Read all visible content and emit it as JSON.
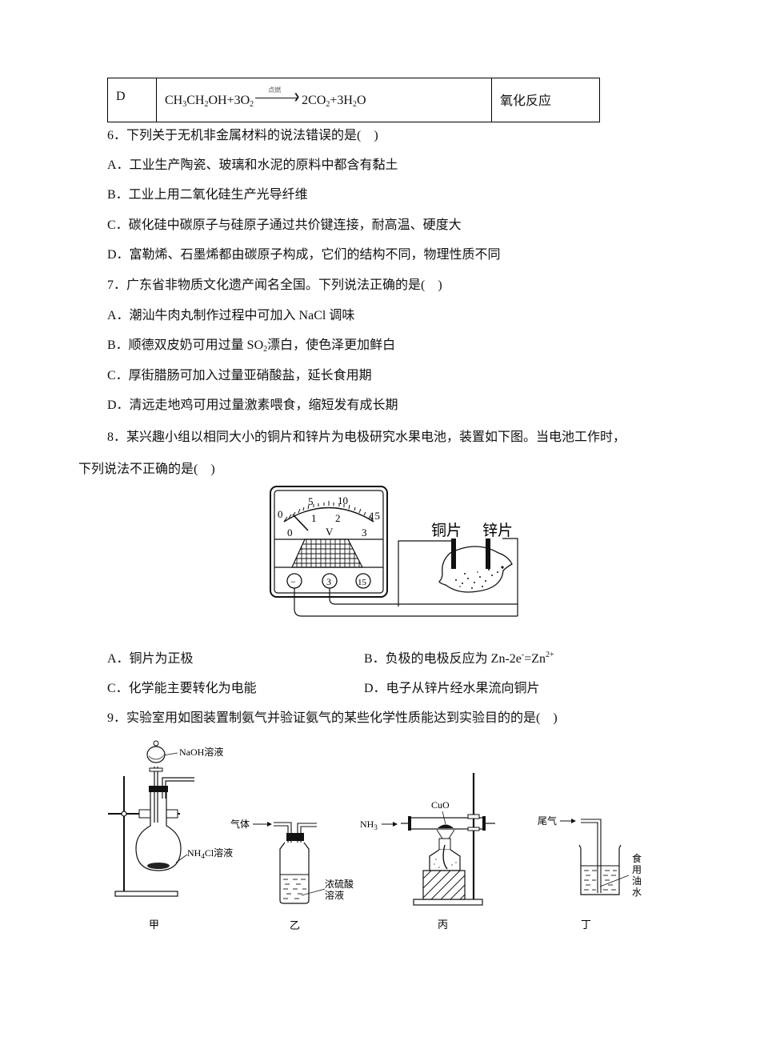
{
  "table_row": {
    "label": "D",
    "equation": {
      "reactant1": "CH",
      "r1_sub1": "3",
      "reactant1b": "CH",
      "r1_sub2": "2",
      "reactant1c": "OH+3O",
      "r1_sub3": "2",
      "condition": "点燃",
      "product1": "2CO",
      "p1_sub": "2",
      "product2": "+3H",
      "p2_sub": "2",
      "product2b": "O"
    },
    "reaction_type": "氧化反应"
  },
  "q6": {
    "stem": "6．下列关于无机非金属材料的说法错误的是(　)",
    "options": [
      "A．工业生产陶瓷、玻璃和水泥的原料中都含有黏土",
      "B．工业上用二氧化硅生产光导纤维",
      "C．碳化硅中碳原子与硅原子通过共价键连接，耐高温、硬度大",
      "D．富勒烯、石墨烯都由碳原子构成，它们的结构不同，物理性质不同"
    ]
  },
  "q7": {
    "stem": "7．广东省非物质文化遗产闻名全国。下列说法正确的是(　)",
    "options": {
      "a": "A．潮汕牛肉丸制作过程中可加入 NaCl 调味",
      "b_pre": "B．顺德双皮奶可用过量 SO",
      "b_sub": "2",
      "b_post": "漂白，使色泽更加鲜白",
      "c": "C．厚街腊肠可加入过量亚硝酸盐，延长食用期",
      "d": "D．清远走地鸡可用过量激素喂食，缩短发有成长期"
    }
  },
  "q8": {
    "stem_line1": "8．某兴趣小组以相同大小的铜片和锌片为电极研究水果电池，装置如下图。当电池工作时，",
    "stem_line2": "下列说法不正确的是(　)",
    "figure": {
      "scale_top": [
        "0",
        "5",
        "10",
        "15"
      ],
      "scale_bottom": [
        "0",
        "1",
        "2",
        "3"
      ],
      "unit": "V",
      "terminals": [
        "−",
        "3",
        "15"
      ],
      "electrode_cu": "铜片",
      "electrode_zn": "锌片"
    },
    "options": {
      "a": "A．铜片为正极",
      "b_pre": "B．负极的电极反应为 Zn-2e",
      "b_sup1": "-",
      "b_mid": "=Zn",
      "b_sup2": "2+",
      "c": "C．化学能主要转化为电能",
      "d": "D．电子从锌片经水果流向铜片"
    }
  },
  "q9": {
    "stem": "9．实验室用如图装置制氨气并验证氨气的某些化学性质能达到实验目的的是(　)",
    "figures": {
      "jia": {
        "caption": "甲",
        "label_top": "NaOH溶液",
        "label_bottom_pre": "NH",
        "label_bottom_sub": "4",
        "label_bottom_post": "Cl溶液"
      },
      "yi": {
        "caption": "乙",
        "inlet": "气体",
        "label_line1": "浓硫酸",
        "label_line2": "溶液"
      },
      "bing": {
        "caption": "丙",
        "inlet_pre": "NH",
        "inlet_sub": "3",
        "label": "CuO"
      },
      "ding": {
        "caption": "丁",
        "inlet": "尾气",
        "label_chars": [
          "食",
          "用",
          "油",
          "水"
        ]
      }
    }
  }
}
